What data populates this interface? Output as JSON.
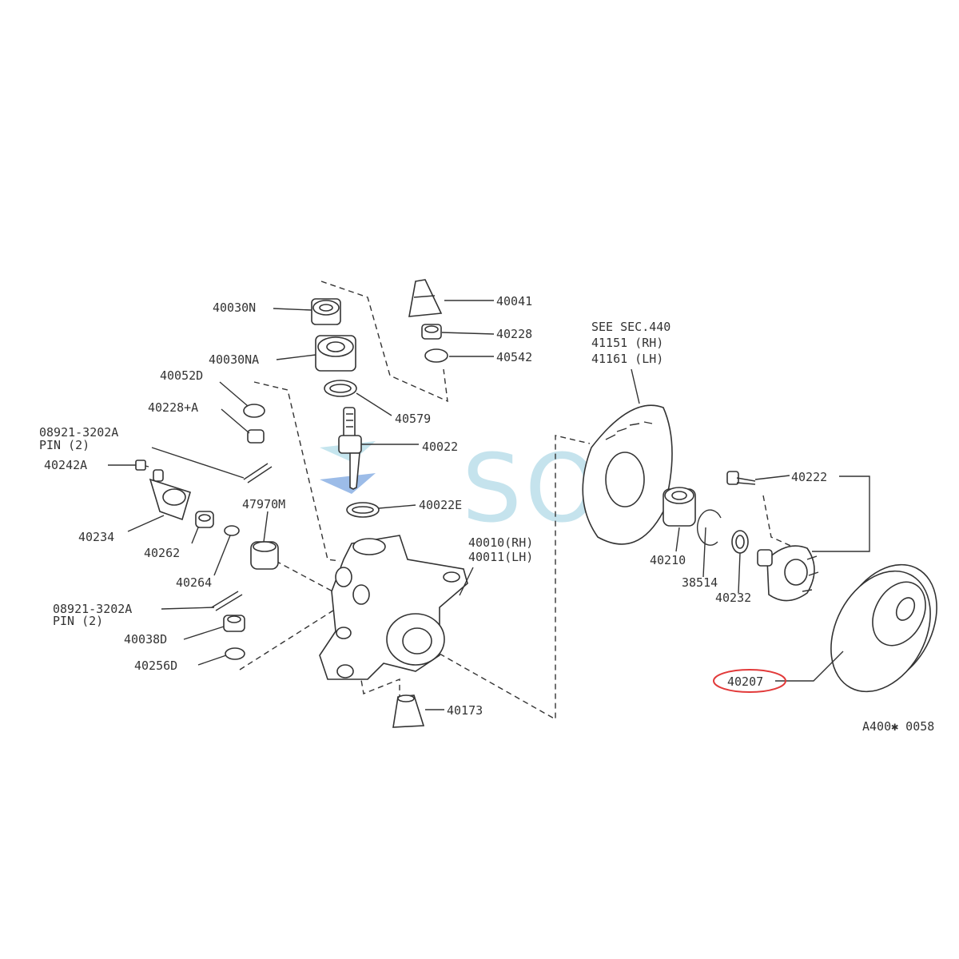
{
  "watermark": {
    "text": "SOL"
  },
  "highlight_color": "#e23a3a",
  "labels": {
    "p40030N": "40030N",
    "p40030NA": "40030NA",
    "p40052D": "40052D",
    "p40228A": "40228+A",
    "p08921a": "08921-3202A",
    "pin_a": "PIN (2)",
    "p40242A": "40242A",
    "p40234": "40234",
    "p40262": "40262",
    "p40264": "40264",
    "p47970M": "47970M",
    "p08921b": "08921-3202A",
    "pin_b": "PIN (2)",
    "p40038D": "40038D",
    "p40256D": "40256D",
    "p40041": "40041",
    "p40228": "40228",
    "p40542": "40542",
    "p40579": "40579",
    "p40022": "40022",
    "p40022E": "40022E",
    "p40010": "40010(RH)",
    "p40011": "40011(LH)",
    "p40173": "40173",
    "see_sec": "SEE SEC.440",
    "p41151": "41151 (RH)",
    "p41161": "41161 (LH)",
    "p40222": "40222",
    "p40210": "40210",
    "p38514": "38514",
    "p40232": "40232",
    "p40207": "40207",
    "drawing_no": "A400✱ 0058"
  }
}
